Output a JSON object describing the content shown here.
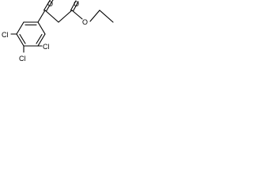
{
  "molecule": {
    "atoms": {
      "carbonyl_oxygen": "O",
      "ester_oxygen": "O",
      "ester_carbonyl_oxygen": "O",
      "chloro_4": "Cl",
      "chloro_3": "Cl",
      "chloro_2": "Cl"
    }
  },
  "colors": {
    "bond": "#000000",
    "text": "#000000",
    "background": "#ffffff"
  }
}
